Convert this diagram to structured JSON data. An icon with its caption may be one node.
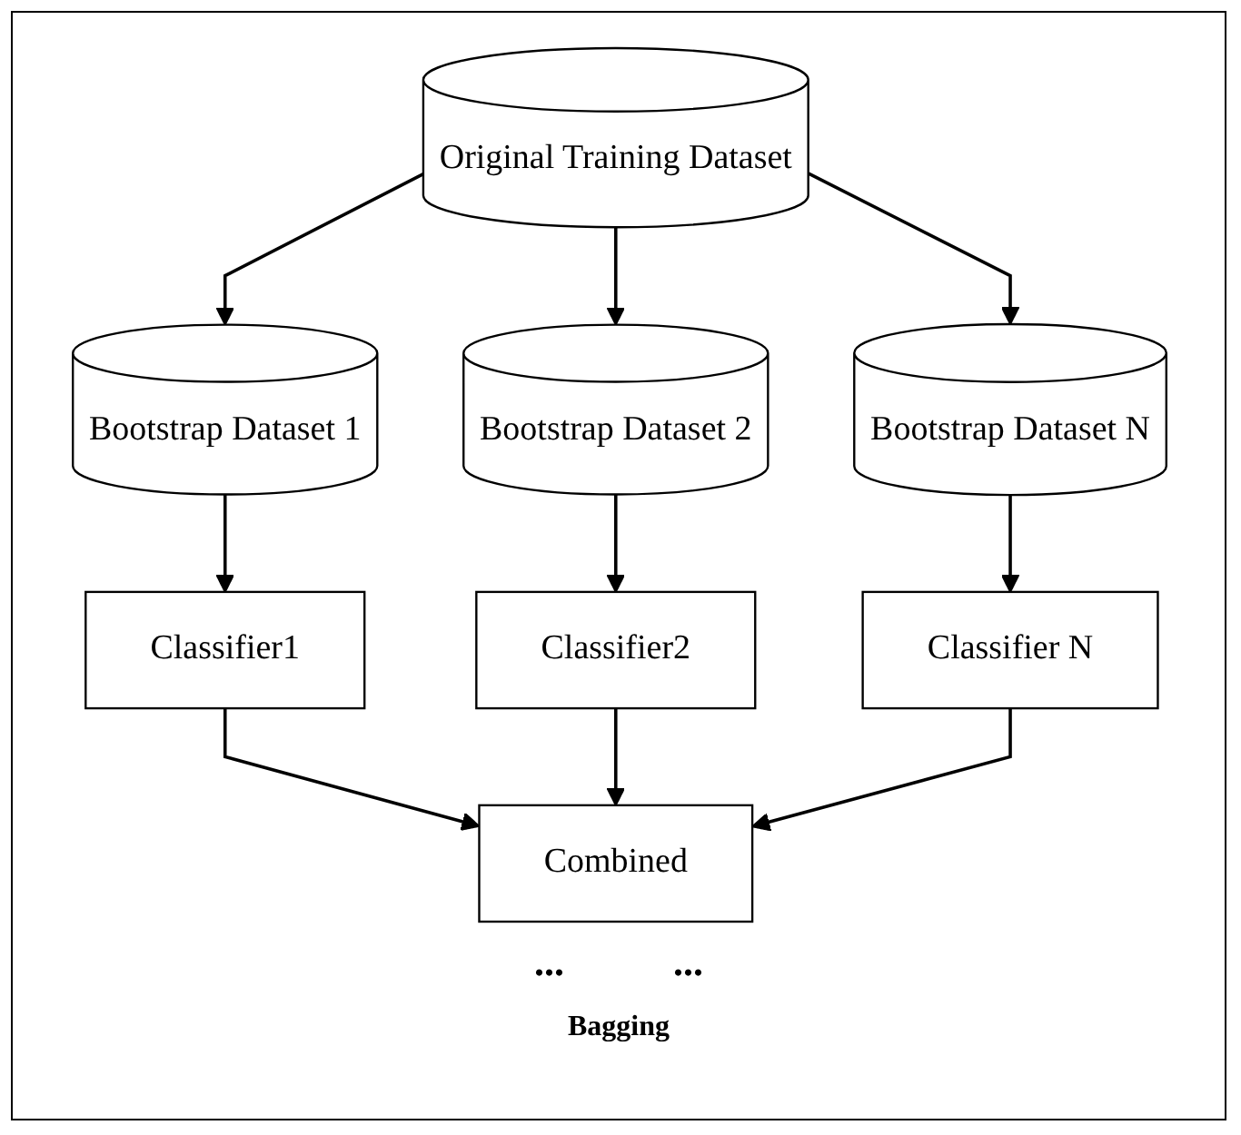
{
  "diagram": {
    "caption": "Bagging",
    "nodes": [
      {
        "text": [
          "Original Training Dataset"
        ]
      },
      {
        "text": [
          "Bootstrap Dataset 1"
        ]
      },
      {
        "text": [
          "Bootstrap Dataset 2"
        ]
      },
      {
        "text": [
          "Bootstrap Dataset N"
        ]
      },
      {
        "text": [
          "Classifier1"
        ]
      },
      {
        "text": [
          "Classifier2"
        ]
      },
      {
        "text": [
          "Classifier N"
        ]
      },
      {
        "text": [
          "Combined"
        ]
      }
    ],
    "edges": [
      {
        "from": 0,
        "to": 1,
        "arrow": "to"
      },
      {
        "from": 0,
        "to": 2,
        "arrow": "to"
      },
      {
        "from": 0,
        "to": 3,
        "arrow": "to"
      },
      {
        "from": 1,
        "to": 4,
        "arrow": "to"
      },
      {
        "from": 2,
        "to": 5,
        "arrow": "to"
      },
      {
        "from": 3,
        "to": 6,
        "arrow": "to"
      },
      {
        "from": 4,
        "to": 7,
        "arrow": "to"
      },
      {
        "from": 5,
        "to": 7,
        "arrow": "to"
      },
      {
        "from": 6,
        "to": 7,
        "arrow": "to"
      }
    ],
    "labels": [
      "...",
      "..."
    ]
  }
}
